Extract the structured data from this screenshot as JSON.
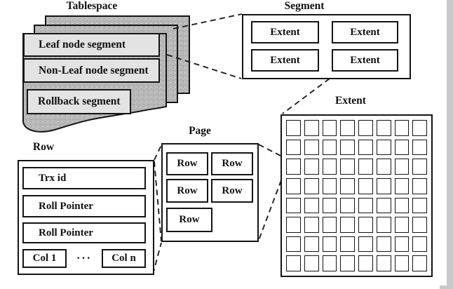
{
  "colors": {
    "background": "#ffffff",
    "line": "#141414",
    "sheet_fill": "#b8b8b8",
    "sheet_speckle_dark": "#9e9e9e",
    "sheet_speckle_light": "#d2d2d2",
    "segment_fill": "#e3e3e3",
    "scan_edge": "#c9c9c9"
  },
  "tablespace": {
    "title": "Tablespace",
    "segments": [
      "Leaf node segment",
      "Non-Leaf node segment",
      "Rollback segment"
    ]
  },
  "segment": {
    "title": "Segment",
    "extents": [
      "Extent",
      "Extent",
      "Extent",
      "Extent"
    ]
  },
  "extent": {
    "title": "Extent",
    "grid_rows": 8,
    "grid_cols": 8
  },
  "page": {
    "title": "Page",
    "rows": [
      "Row",
      "Row",
      "Row",
      "Row",
      "Row"
    ]
  },
  "row": {
    "title": "Row",
    "fields": [
      "Trx id",
      "Roll Pointer",
      "Roll Pointer"
    ],
    "columns": {
      "first": "Col 1",
      "ellipsis": "···",
      "last": "Col n"
    }
  }
}
